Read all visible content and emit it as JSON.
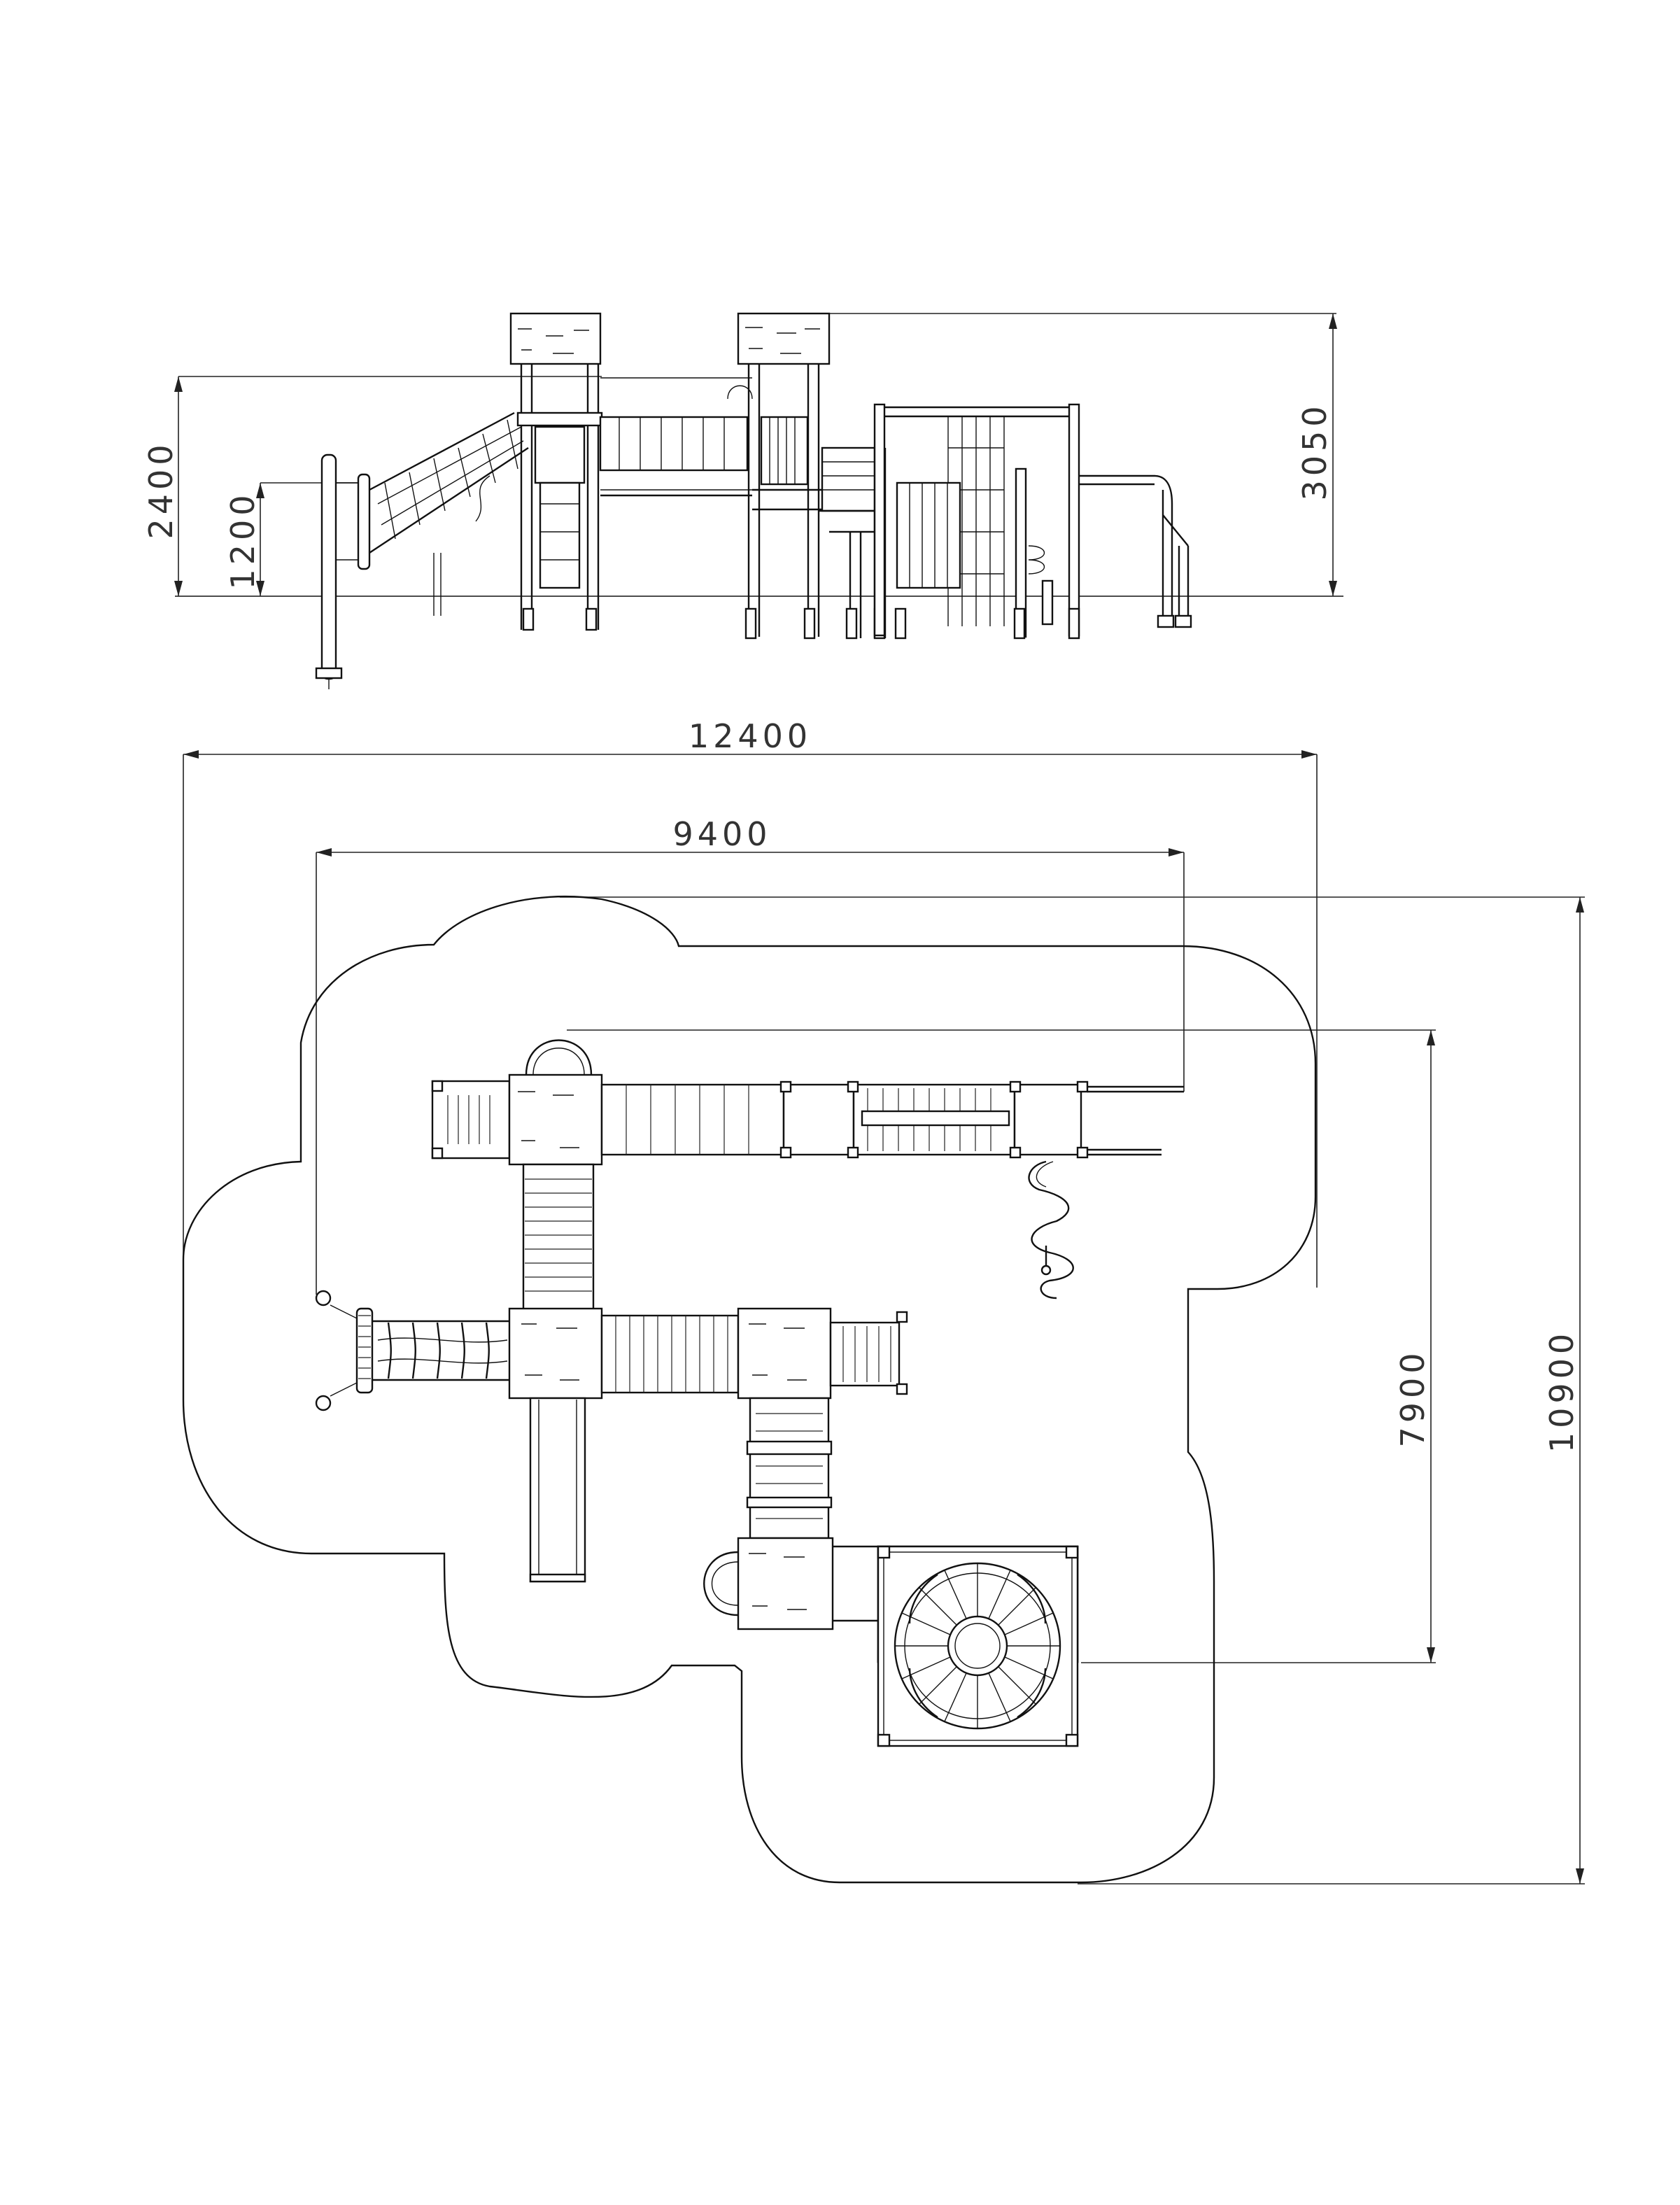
{
  "drawing": {
    "line_color": "#111111",
    "background": "#ffffff",
    "dimensions": {
      "elevation_total_height": "3050",
      "elevation_platform_height": "2400",
      "elevation_low_platform_height": "1200",
      "plan_overall_width": "12400",
      "plan_structure_width": "9400",
      "plan_structure_depth": "7900",
      "plan_overall_depth": "10900"
    }
  }
}
